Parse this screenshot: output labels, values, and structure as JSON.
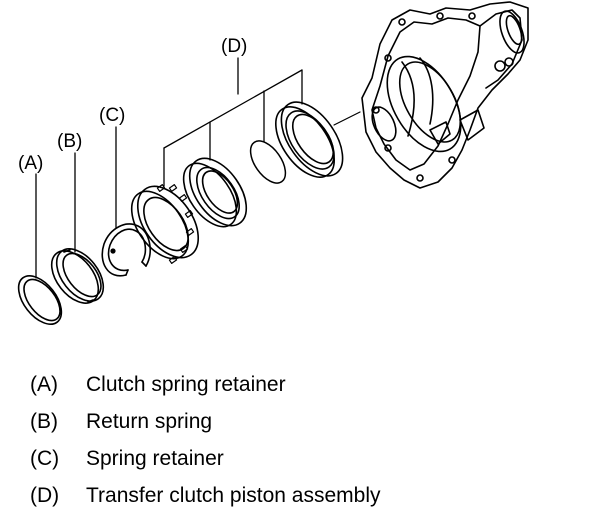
{
  "callouts": [
    {
      "key": "A",
      "label": "(A)"
    },
    {
      "key": "B",
      "label": "(B)"
    },
    {
      "key": "C",
      "label": "(C)"
    },
    {
      "key": "D",
      "label": "(D)"
    }
  ],
  "legend": [
    {
      "key": "(A)",
      "text": "Clutch spring retainer"
    },
    {
      "key": "(B)",
      "text": "Return spring"
    },
    {
      "key": "(C)",
      "text": "Spring retainer"
    },
    {
      "key": "(D)",
      "text": "Transfer clutch piston assembly"
    }
  ]
}
